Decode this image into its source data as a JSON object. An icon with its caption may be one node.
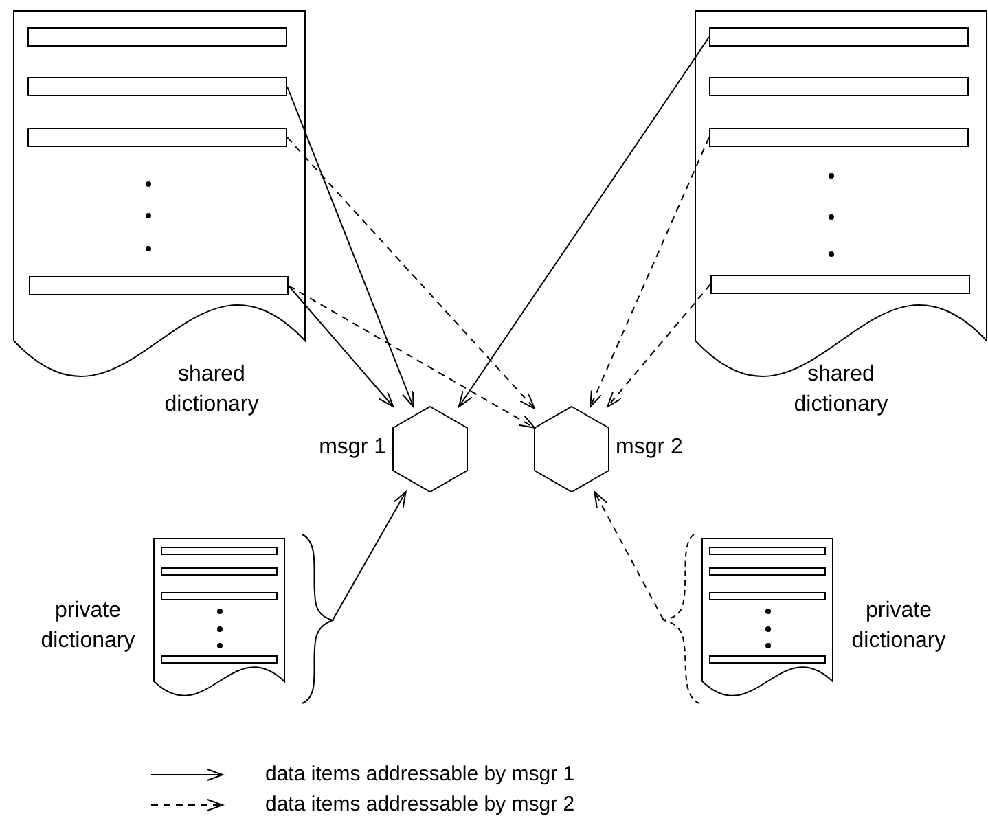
{
  "diagram": {
    "nodes": [
      {
        "text": [
          "shared dictionary"
        ]
      },
      {
        "text": [],
        "shape": "bar",
        "in": 0
      },
      {
        "text": [],
        "shape": "bar",
        "in": 0
      },
      {
        "text": [],
        "shape": "bar",
        "in": 0
      },
      {
        "text": [],
        "shape": "bar",
        "in": 0
      },
      {
        "text": [
          "shared dictionary"
        ]
      },
      {
        "text": [],
        "shape": "bar",
        "in": 5
      },
      {
        "text": [],
        "shape": "bar",
        "in": 5
      },
      {
        "text": [],
        "shape": "bar",
        "in": 5
      },
      {
        "text": [],
        "shape": "bar",
        "in": 5
      },
      {
        "text": [
          "msgr 1"
        ]
      },
      {
        "text": [
          "msgr 2"
        ]
      },
      {
        "text": [
          "private dictionary"
        ]
      },
      {
        "text": [],
        "shape": "bar",
        "in": 12
      },
      {
        "text": [],
        "shape": "bar",
        "in": 12
      },
      {
        "text": [],
        "shape": "bar",
        "in": 12
      },
      {
        "text": [],
        "shape": "bar",
        "in": 12
      },
      {
        "text": [
          "private dictionary"
        ]
      },
      {
        "text": [],
        "shape": "bar",
        "in": 17
      },
      {
        "text": [],
        "shape": "bar",
        "in": 17
      },
      {
        "text": [],
        "shape": "bar",
        "in": 17
      },
      {
        "text": [],
        "shape": "bar",
        "in": 17
      }
    ],
    "edges": [
      {
        "from": 2,
        "to": 10,
        "arrow": "to"
      },
      {
        "from": 4,
        "to": 10,
        "arrow": "to"
      },
      {
        "from": 3,
        "to": 11,
        "arrow": "to",
        "style": "dashed"
      },
      {
        "from": 4,
        "to": 11,
        "arrow": "to",
        "style": "dashed"
      },
      {
        "from": 6,
        "to": 10,
        "arrow": "to"
      },
      {
        "from": 8,
        "to": 11,
        "arrow": "to",
        "style": "dashed"
      },
      {
        "from": 9,
        "to": 11,
        "arrow": "to",
        "style": "dashed"
      },
      {
        "from": 12,
        "to": 10,
        "arrow": "to"
      },
      {
        "from": 17,
        "to": 11,
        "arrow": "to",
        "style": "dashed"
      }
    ],
    "legend": [
      {
        "text": "data items addressable by msgr 1"
      },
      {
        "text": "data items addressable by msgr 2"
      }
    ]
  }
}
